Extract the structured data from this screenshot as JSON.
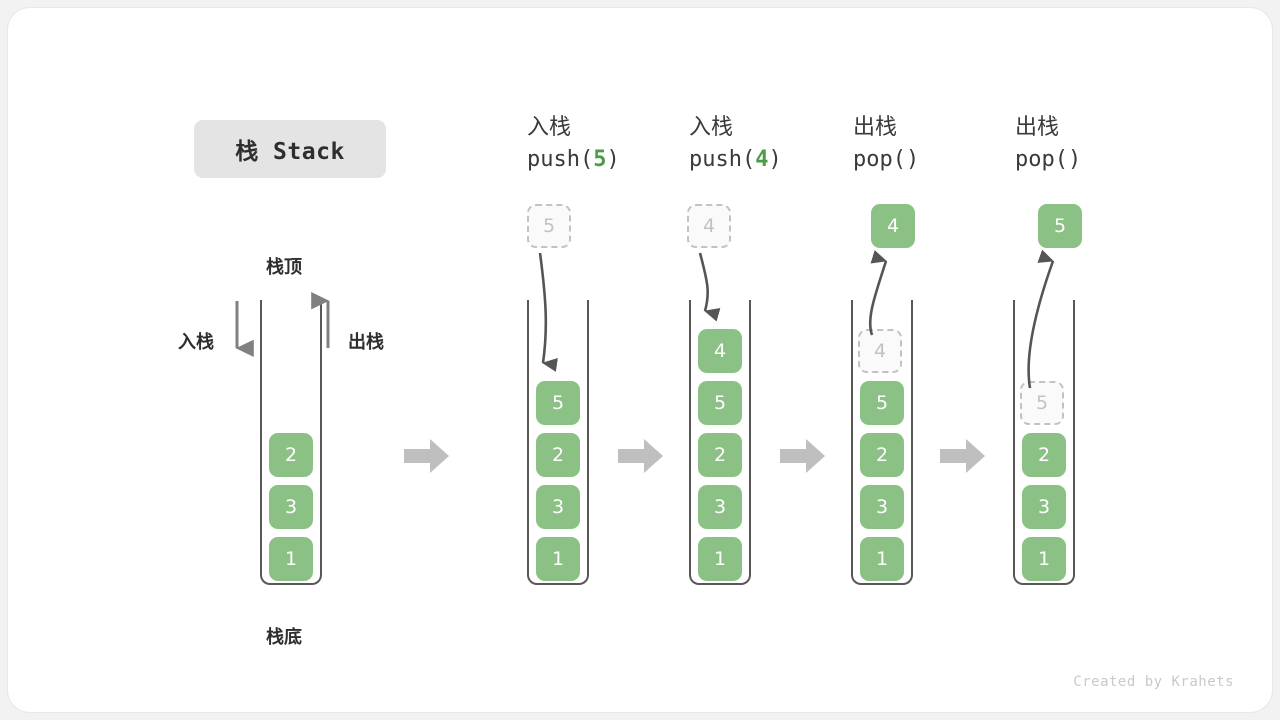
{
  "title": {
    "badge_label": "栈 Stack"
  },
  "colors": {
    "box_fill": "#8cc185",
    "box_text": "#ffffff",
    "ghost_border": "#c2c2c2",
    "ghost_text": "#c2c2c2",
    "tube_stroke": "#5a5757",
    "arrow_gray": "#bfbfbf",
    "accent_green": "#4a9c49",
    "card_bg": "#ffffff",
    "page_bg": "#f2f2f2"
  },
  "legend": {
    "top_label": "栈顶",
    "bottom_label": "栈底",
    "push_label": "入栈",
    "pop_label": "出栈"
  },
  "stages": [
    {
      "id": "initial",
      "header_cn": "",
      "header_code": "",
      "header_code_arg": "",
      "floating_box": null,
      "floating_box_state": "none",
      "items": [
        "2",
        "3",
        "1"
      ],
      "ghost_index": -1,
      "arrow": "none"
    },
    {
      "id": "push-5",
      "header_cn": "入栈",
      "header_code_prefix": "push(",
      "header_code_arg": "5",
      "header_code_suffix": ")",
      "floating_box": "5",
      "floating_box_state": "ghost",
      "items": [
        "5",
        "2",
        "3",
        "1"
      ],
      "ghost_index": -1,
      "arrow": "down"
    },
    {
      "id": "push-4",
      "header_cn": "入栈",
      "header_code_prefix": "push(",
      "header_code_arg": "4",
      "header_code_suffix": ")",
      "floating_box": "4",
      "floating_box_state": "ghost",
      "items": [
        "4",
        "5",
        "2",
        "3",
        "1"
      ],
      "ghost_index": -1,
      "arrow": "down"
    },
    {
      "id": "pop-1",
      "header_cn": "出栈",
      "header_code_prefix": "pop(",
      "header_code_arg": "",
      "header_code_suffix": ")",
      "floating_box": "4",
      "floating_box_state": "solid",
      "items": [
        "4",
        "5",
        "2",
        "3",
        "1"
      ],
      "ghost_index": 0,
      "arrow": "up"
    },
    {
      "id": "pop-2",
      "header_cn": "出栈",
      "header_code_prefix": "pop(",
      "header_code_arg": "",
      "header_code_suffix": ")",
      "floating_box": "5",
      "floating_box_state": "solid",
      "items": [
        "5",
        "2",
        "3",
        "1"
      ],
      "ghost_index": 0,
      "arrow": "up"
    }
  ],
  "step_arrow_count": 4,
  "footer": {
    "credit": "Created by Krahets"
  }
}
